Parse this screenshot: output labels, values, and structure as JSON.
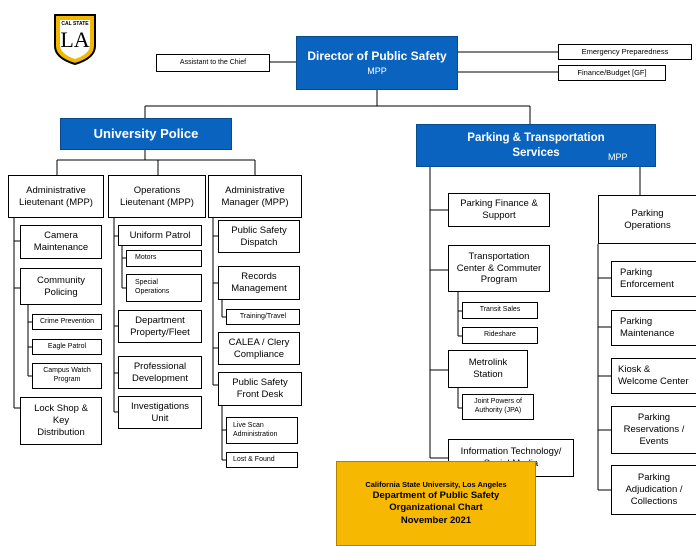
{
  "logo": {
    "top_text": "CAL STATE",
    "main_text": "LA"
  },
  "director": {
    "title": "Director of Public Safety",
    "subtitle": "MPP"
  },
  "assistant": "Assistant to the Chief",
  "emergency": "Emergency Preparedness",
  "finance_budget": "Finance/Budget [GF]",
  "university_police": "University Police",
  "parking_services": {
    "title": "Parking & Transportation\nServices",
    "subtitle": "MPP"
  },
  "police": {
    "admin_lt": {
      "title": "Administrative\nLieutenant (MPP)",
      "camera": "Camera\nMaintenance",
      "community": "Community\nPolicing",
      "crime_prevention": "Crime Prevention",
      "eagle_patrol": "Eagle Patrol",
      "campus_watch": "Campus Watch\nProgram",
      "lock_shop": "Lock Shop &\nKey\nDistribution"
    },
    "ops_lt": {
      "title": "Operations\nLieutenant (MPP)",
      "uniform": "Uniform Patrol",
      "motors": "Motors",
      "special_ops": "Special\nOperations",
      "dept_property": "Department\nProperty/Fleet",
      "prof_dev": "Professional\nDevelopment",
      "investigations": "Investigations\nUnit"
    },
    "admin_mgr": {
      "title": "Administrative\nManager (MPP)",
      "dispatch": "Public Safety\nDispatch",
      "records": "Records\nManagement",
      "training": "Training/Travel",
      "calea": "CALEA / Clery\nCompliance",
      "front_desk": "Public Safety\nFront Desk",
      "live_scan": "Live Scan\nAdministration",
      "lost_found": "Lost & Found"
    }
  },
  "parking": {
    "finance_support": "Parking Finance &\nSupport",
    "transportation_center": "Transportation\nCenter & Commuter\nProgram",
    "transit_sales": "Transit Sales",
    "rideshare": "Rideshare",
    "metrolink": "Metrolink\nStation",
    "jpa": "Joint Powers of\nAuthority (JPA)",
    "it_social": "Information Technology/\nSocial Media",
    "operations": "Parking\nOperations",
    "enforcement": "Parking\nEnforcement",
    "maintenance": "Parking\nMaintenance",
    "kiosk": "Kiosk &\nWelcome Center",
    "reservations": "Parking\nReservations /\nEvents",
    "adjudication": "Parking\nAdjudication /\nCollections"
  },
  "footer": {
    "line1": "California State University, Los Angeles",
    "line2": "Department of Public Safety",
    "line3": "Organizational Chart",
    "line4": "November 2021"
  },
  "colors": {
    "header_blue": "#0a63bf",
    "footer_gold": "#f6b800"
  }
}
